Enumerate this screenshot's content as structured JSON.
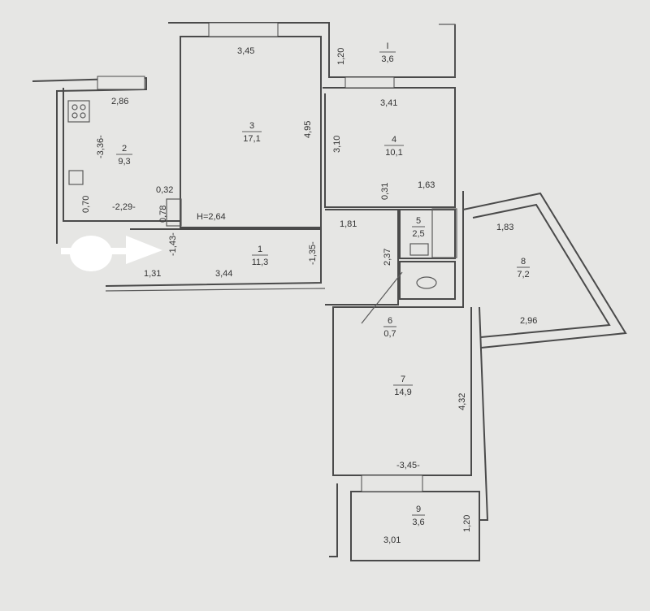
{
  "plan": {
    "ceiling_height": "H=2,64",
    "rooms": [
      {
        "number": "1",
        "area": "11,3"
      },
      {
        "number": "2",
        "area": "9,3"
      },
      {
        "number": "3",
        "area": "17,1"
      },
      {
        "number": "4",
        "area": "10,1"
      },
      {
        "number": "5",
        "area": "2,5"
      },
      {
        "number": "6",
        "area": "0,7"
      },
      {
        "number": "7",
        "area": "14,9"
      },
      {
        "number": "8",
        "area": "7,2"
      },
      {
        "number": "9",
        "area": "3,6"
      },
      {
        "number": "I",
        "area": "3,6"
      }
    ],
    "dimensions": {
      "kitchen_width": "2,86",
      "kitchen_length": "-3,36-",
      "kitchen_niche": "0,70",
      "kitchen_inner": "-2,29-",
      "duct_width": "0,32",
      "duct_depth": "0,78",
      "room3_width": "3,45",
      "room3_length": "4,95",
      "balcony_top_depth": "1,20",
      "room4_length": "3,10",
      "room4_width": "3,41",
      "room4_step": "0,31",
      "bath_width": "1,63",
      "corridor_width": "1,81",
      "corridor_length": "2,37",
      "hall_left": "-1,43-",
      "hall_right": "-1,35-",
      "hall_entry": "1,31",
      "hall_length": "3,44",
      "loggia_width_top": "1,83",
      "loggia_width_bottom": "2,96",
      "room7_length": "4,32",
      "room7_width": "-3,45-",
      "balcony_bottom_width": "3,01",
      "balcony_bottom_depth": "1,20"
    }
  }
}
